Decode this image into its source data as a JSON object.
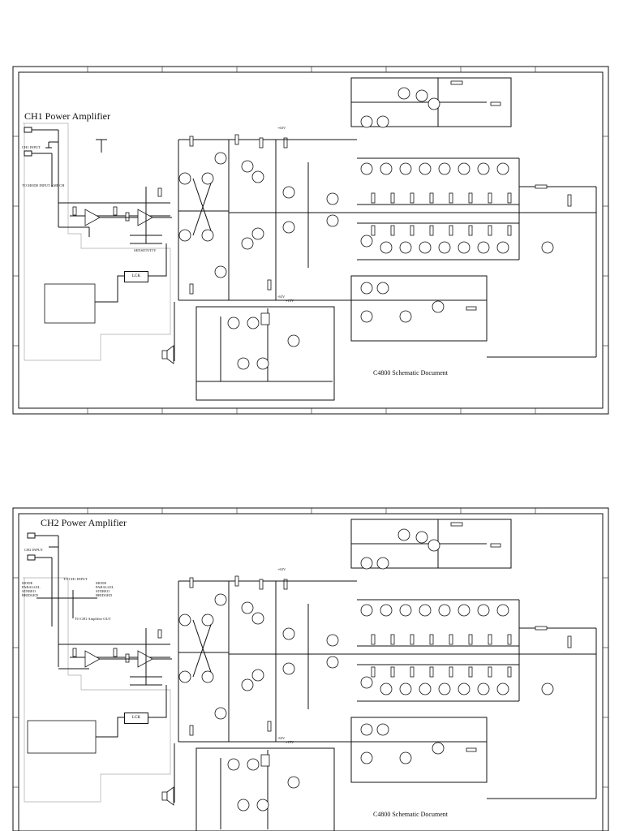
{
  "sheets": [
    {
      "title": "CH1 Power Amplifier",
      "document_label": "C4800 Schematic Document",
      "labels": {
        "input": "CH1 INPUT",
        "lck": "LCK",
        "to_input_amp": "TO MODE INPUT AMP CH",
        "sensitivity": "SENSITIVITY",
        "pos_rail": "+63V",
        "neg_rail": "-63V",
        "vcc": "+15V"
      }
    },
    {
      "title": "CH2 Power Amplifier",
      "document_label": "C4800 Schematic Document",
      "labels": {
        "input": "CH2 INPUT",
        "lck": "LCK",
        "to_input_amp": "TO CH1 INPUT",
        "mode_left": "MODE PARALLEL STEREO BRIDGED",
        "mode_right": "MODE PARALLEL STEREO BRIDGED",
        "output": "TO CH1 Amplifier OUT",
        "pos_rail": "+63V",
        "neg_rail": "-63V",
        "vcc": "+15V"
      }
    }
  ]
}
